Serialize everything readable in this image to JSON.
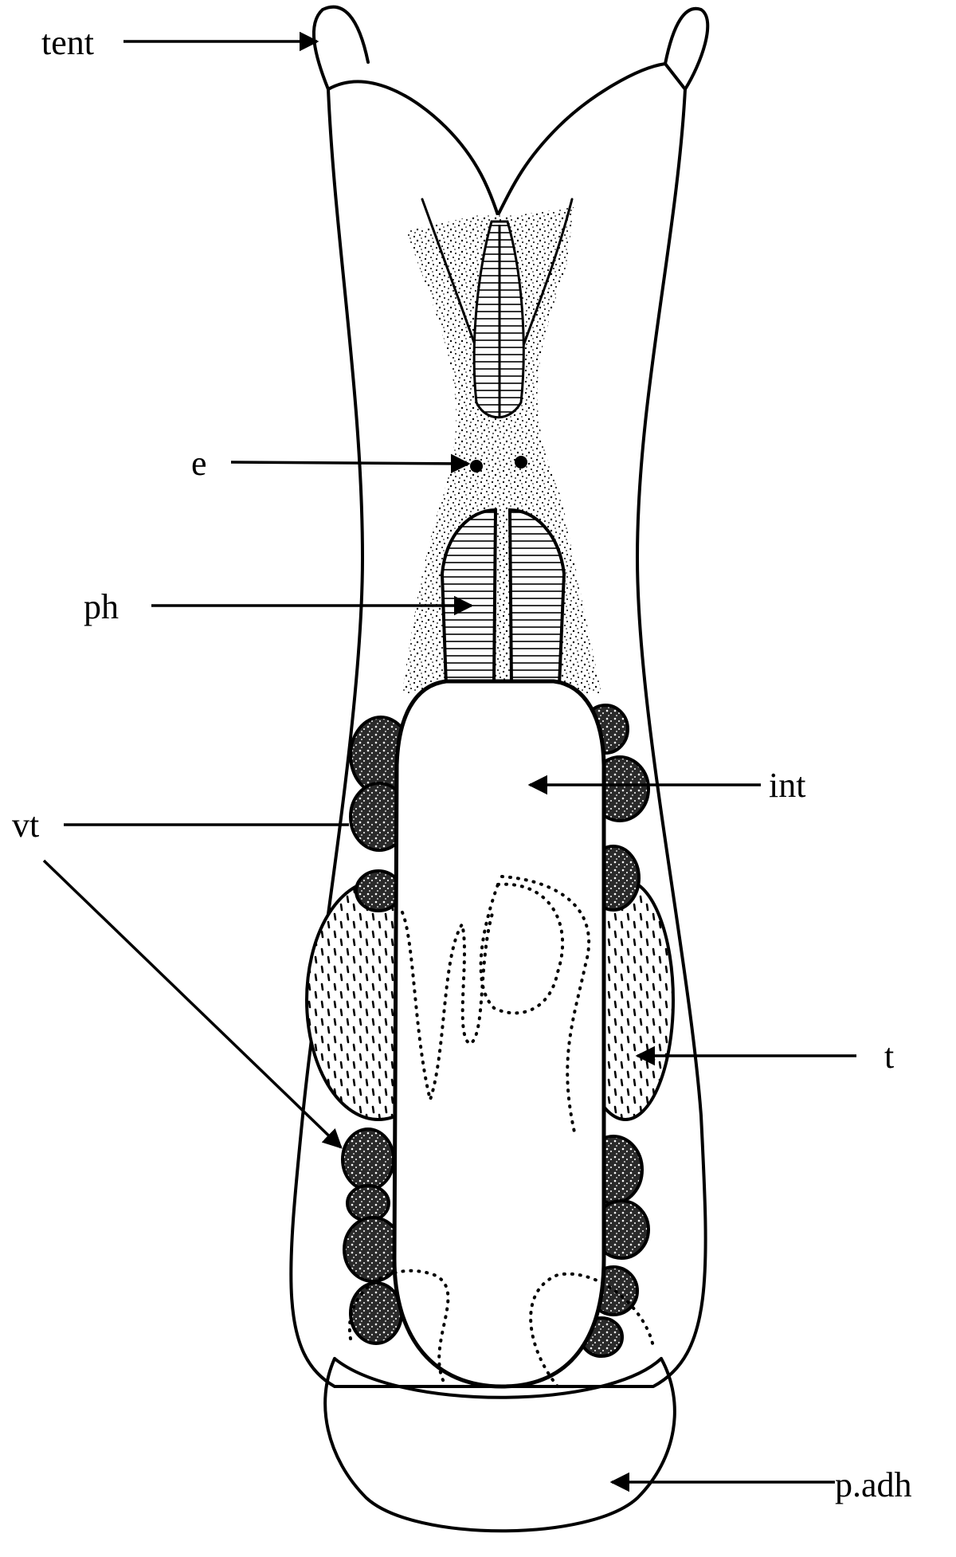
{
  "labels": {
    "tent": "tent",
    "e": "e",
    "ph": "ph",
    "int": "int",
    "vt": "vt",
    "t": "t",
    "p_adh": "p.adh"
  },
  "colors": {
    "ink": "#000000",
    "background": "#ffffff",
    "stipple_fill": "#dcdcdc",
    "vitellarium_fill": "#3a3a3a"
  }
}
